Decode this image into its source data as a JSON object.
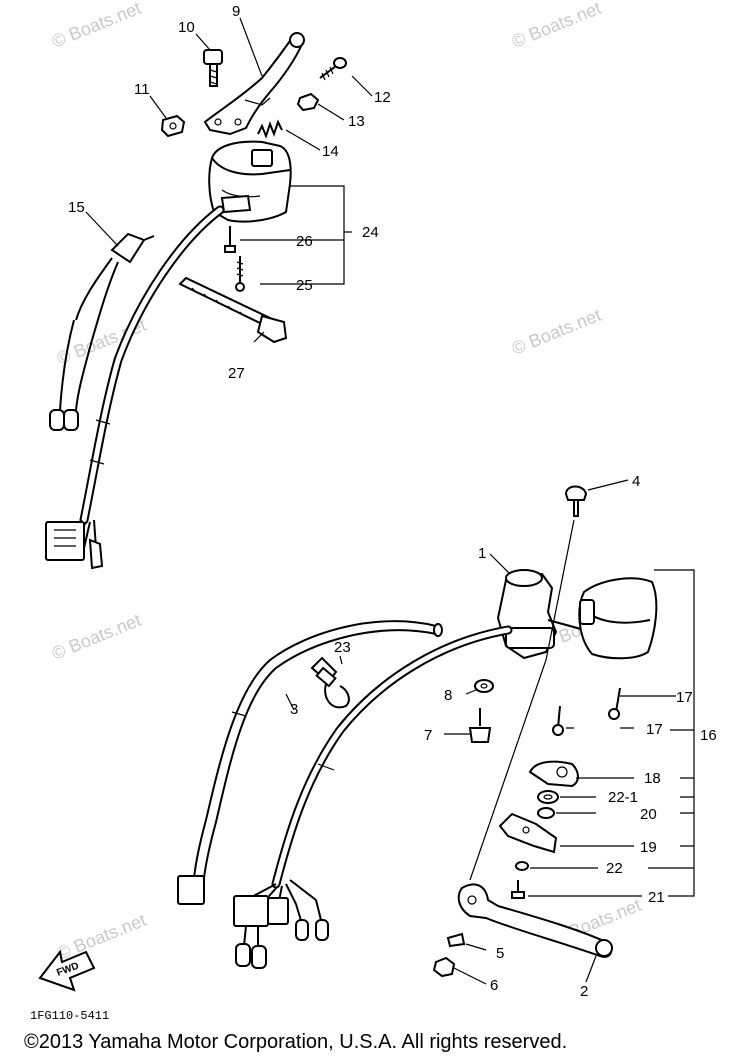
{
  "diagram": {
    "part_code": "1FG110-5411",
    "copyright": "©2013 Yamaha Motor Corporation, U.S.A. All rights reserved.",
    "watermark": "© Boats.net",
    "fwd_label": "FWD",
    "callouts": {
      "c1": "1",
      "c2": "2",
      "c3": "3",
      "c4": "4",
      "c5": "5",
      "c6": "6",
      "c7": "7",
      "c8": "8",
      "c9": "9",
      "c10": "10",
      "c11": "11",
      "c12": "12",
      "c13": "13",
      "c14": "14",
      "c15": "15",
      "c16": "16",
      "c17a": "17",
      "c17b": "17",
      "c18": "18",
      "c19": "19",
      "c20": "20",
      "c21": "21",
      "c22": "22",
      "c22_1": "22-1",
      "c23": "23",
      "c24": "24",
      "c25": "25",
      "c26": "26",
      "c27": "27"
    }
  }
}
